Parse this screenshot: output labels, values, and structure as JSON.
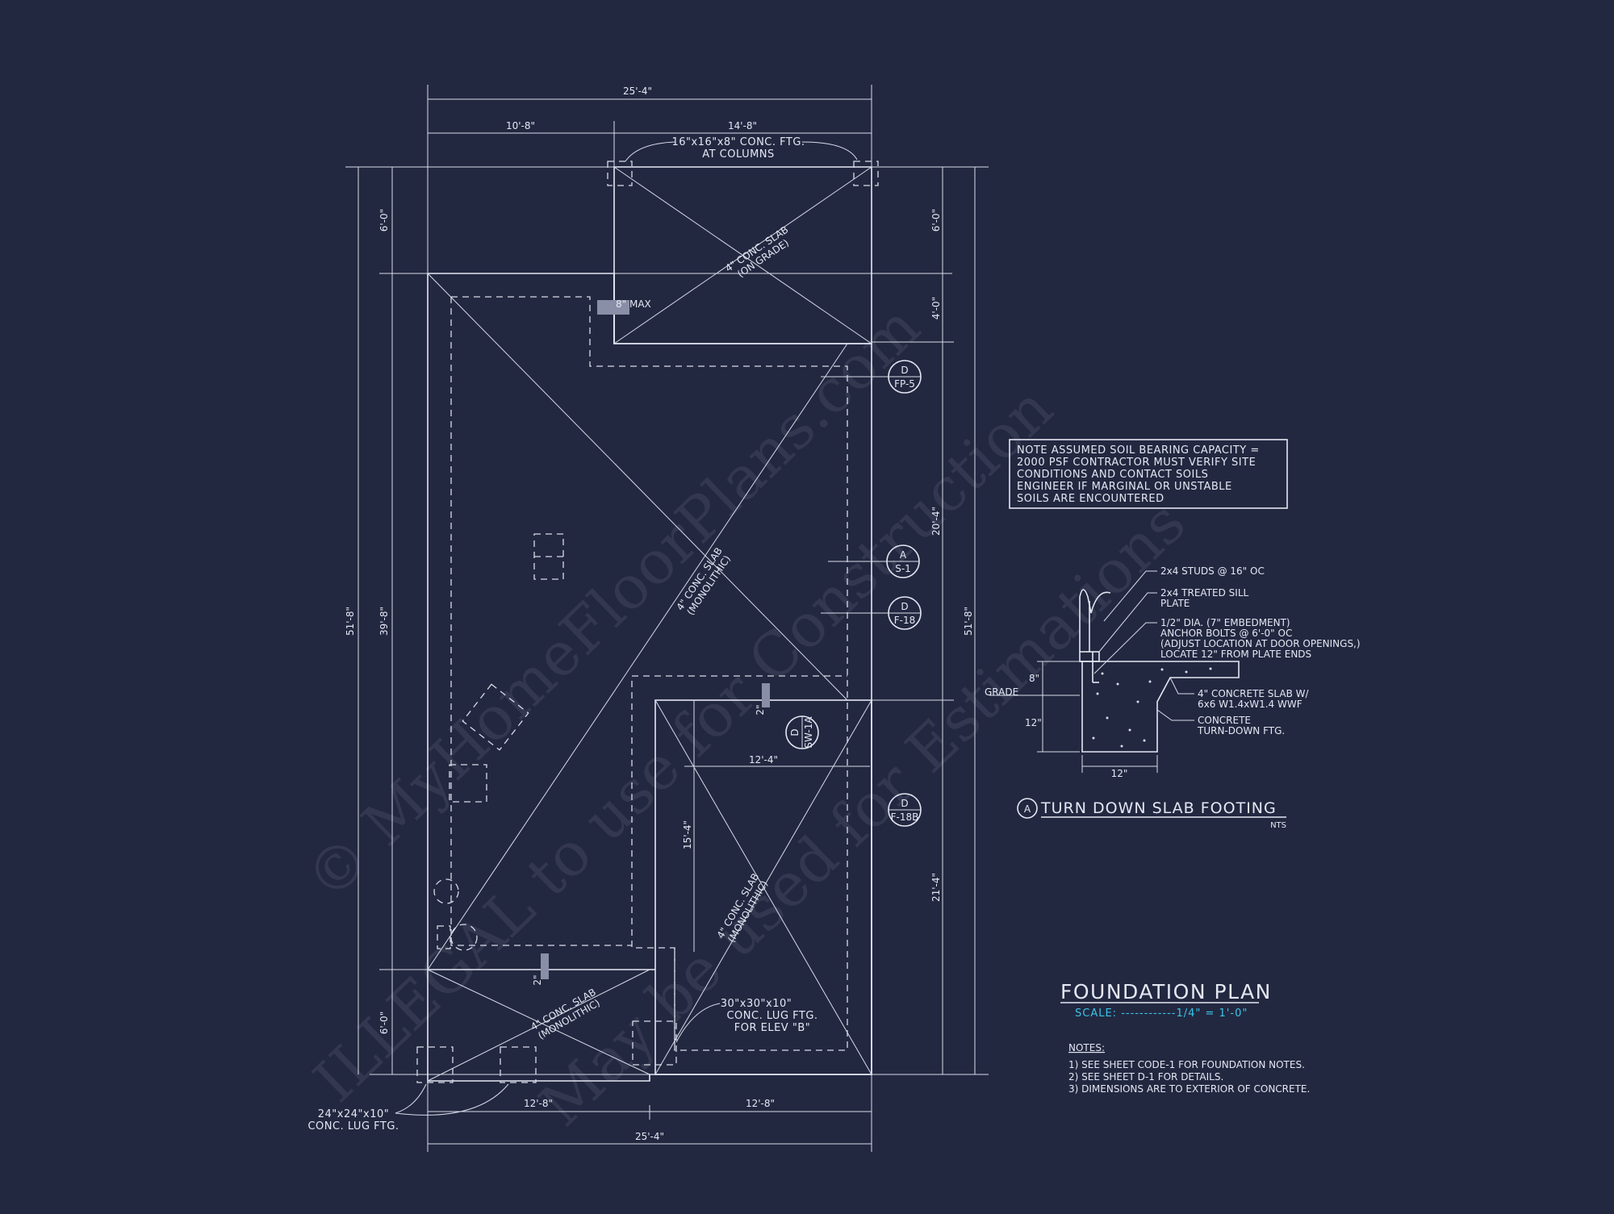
{
  "watermark": {
    "line1": "© MyHomeFloorPlans.com",
    "line2": "ILLEGAL to use for Construction",
    "line3": "May be used for Estimations"
  },
  "dimensions": {
    "top_overall": "25'-4\"",
    "top_left": "10'-8\"",
    "top_right": "14'-8\"",
    "bottom_overall": "25'-4\"",
    "bottom_left": "12'-8\"",
    "bottom_right": "12'-8\"",
    "left_overall": "51'-8\"",
    "left_inner": "39'-8\"",
    "left_top": "6'-0\"",
    "left_bottom": "6'-0\"",
    "right_overall": "51'-8\"",
    "right_1": "6'-0\"",
    "right_2": "4'-0\"",
    "right_3": "20'-4\"",
    "right_4": "21'-4\"",
    "garage_width": "12'-4\"",
    "garage_depth": "15'-4\"",
    "step_1": "2\"",
    "step_2": "2\""
  },
  "callouts": {
    "column_footing_line1": "16\"x16\"x8\" CONC. FTG.",
    "column_footing_line2": "AT COLUMNS",
    "max_step": "8\" MAX",
    "slab_on_grade_line1": "4\" CONC. SLAB",
    "slab_on_grade_line2": "(ON GRADE)",
    "slab_mono_line1": "4\" CONC. SLAB",
    "slab_mono_line2": "(MONOLITHIC)",
    "lug_30_line1": "30\"x30\"x10\"",
    "lug_30_line2": "CONC. LUG FTG.",
    "lug_30_line3": "FOR ELEV \"B\"",
    "lug_24_line1": "24\"x24\"x10\"",
    "lug_24_line2": "CONC. LUG FTG."
  },
  "section_tags": [
    {
      "top": "D",
      "bottom": "FP-5"
    },
    {
      "top": "A",
      "bottom": "S-1"
    },
    {
      "top": "D",
      "bottom": "F-18"
    },
    {
      "top": "D",
      "bottom": "SW-1A"
    },
    {
      "top": "D",
      "bottom": "F-18B"
    }
  ],
  "soil_note": [
    "NOTE ASSUMED SOIL BEARING CAPACITY =",
    "2000 PSF CONTRACTOR MUST VERIFY SITE",
    "CONDITIONS AND CONTACT SOILS",
    "ENGINEER IF MARGINAL OR UNSTABLE",
    "SOILS ARE ENCOUNTERED"
  ],
  "detail": {
    "marker": "A",
    "title": "TURN DOWN SLAB FOOTING",
    "scale": "NTS",
    "studs": "2x4 STUDS @ 16\" OC",
    "sill_line1": "2x4 TREATED SILL",
    "sill_line2": "PLATE",
    "anchor_line1": "1/2\" DIA. (7\" EMBEDMENT)",
    "anchor_line2": "ANCHOR BOLTS @ 6'-0\" OC",
    "anchor_line3": "(ADJUST LOCATION AT DOOR OPENINGS,)",
    "anchor_line4": "LOCATE 12\" FROM PLATE ENDS",
    "slab_line1": "4\" CONCRETE SLAB W/",
    "slab_line2": "6x6 W1.4xW1.4 WWF",
    "ftg_line1": "CONCRETE",
    "ftg_line2": "TURN-DOWN FTG.",
    "grade": "GRADE",
    "dim_8": "8\"",
    "dim_12v": "12\"",
    "dim_12h": "12\""
  },
  "plan_title": "FOUNDATION PLAN",
  "scale_label": "SCALE: ------------1/4\" = 1'-0\"",
  "notes_heading": "NOTES:",
  "notes": [
    "1)  SEE SHEET CODE-1 FOR FOUNDATION NOTES.",
    "2)  SEE SHEET D-1 FOR DETAILS.",
    "3)  DIMENSIONS ARE TO EXTERIOR OF CONCRETE."
  ],
  "colors": {
    "background": "#232841",
    "linework": "#e4e7f2",
    "scale_accent": "#38c6e6"
  }
}
